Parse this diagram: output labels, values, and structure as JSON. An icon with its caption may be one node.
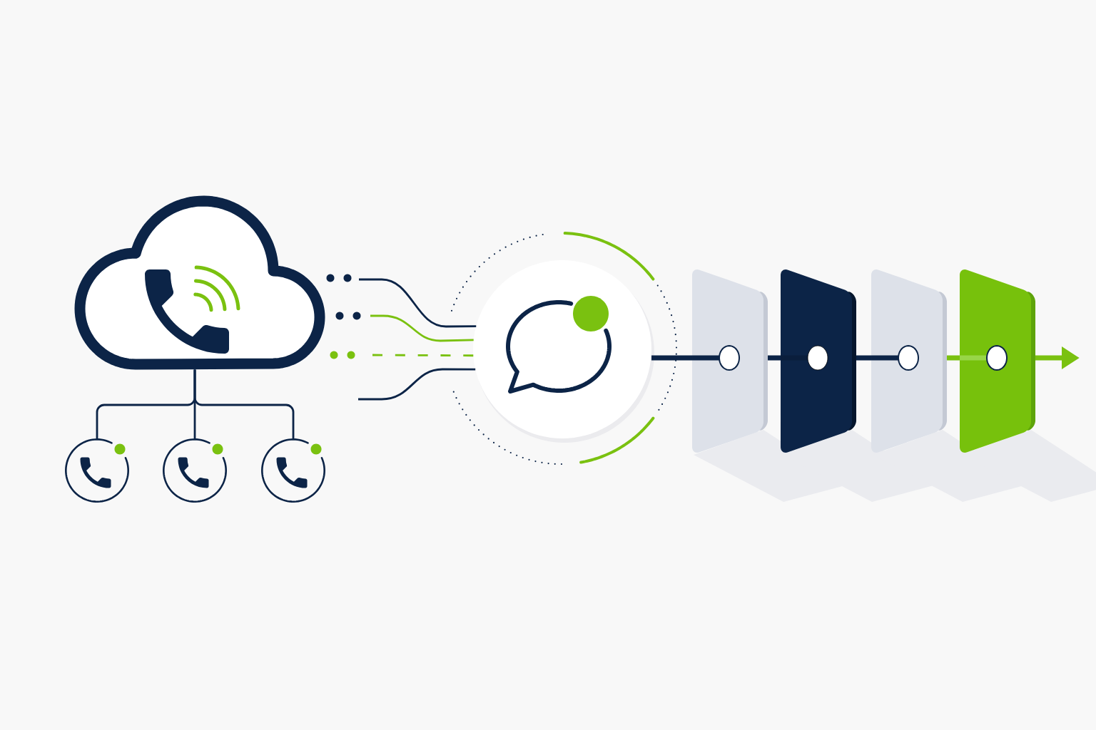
{
  "diagram": {
    "nodes": [
      {
        "text": [],
        "shape": "cloud"
      },
      {
        "text": [],
        "shape": "circle"
      },
      {
        "text": [],
        "shape": "circle"
      },
      {
        "text": [],
        "shape": "circle"
      },
      {
        "text": [],
        "shape": "circle"
      },
      {
        "text": [],
        "shape": "box"
      },
      {
        "text": [],
        "shape": "box"
      },
      {
        "text": [],
        "shape": "box"
      },
      {
        "text": [],
        "shape": "box"
      }
    ],
    "edges": [
      {
        "from": 0,
        "to": 1,
        "arrow": "none"
      },
      {
        "from": 0,
        "to": 2,
        "arrow": "none"
      },
      {
        "from": 0,
        "to": 3,
        "arrow": "none"
      },
      {
        "from": null,
        "to": 4,
        "arrow": "none"
      },
      {
        "from": null,
        "to": 4,
        "arrow": "none",
        "color": "#7ac110"
      },
      {
        "from": null,
        "to": 4,
        "arrow": "none",
        "style": "dashed",
        "color": "#7ac110"
      },
      {
        "from": null,
        "to": 4,
        "arrow": "none"
      },
      {
        "from": 4,
        "to": 5,
        "arrow": "none",
        "style": "thick"
      },
      {
        "from": 5,
        "to": 6,
        "arrow": "none",
        "style": "thick"
      },
      {
        "from": 6,
        "to": 7,
        "arrow": "none",
        "style": "thick"
      },
      {
        "from": 7,
        "to": 8,
        "arrow": "none",
        "style": "thick",
        "color": "#7ac110"
      },
      {
        "from": 8,
        "to": null,
        "arrow": "to",
        "style": "thick",
        "color": "#7ac110"
      }
    ]
  }
}
